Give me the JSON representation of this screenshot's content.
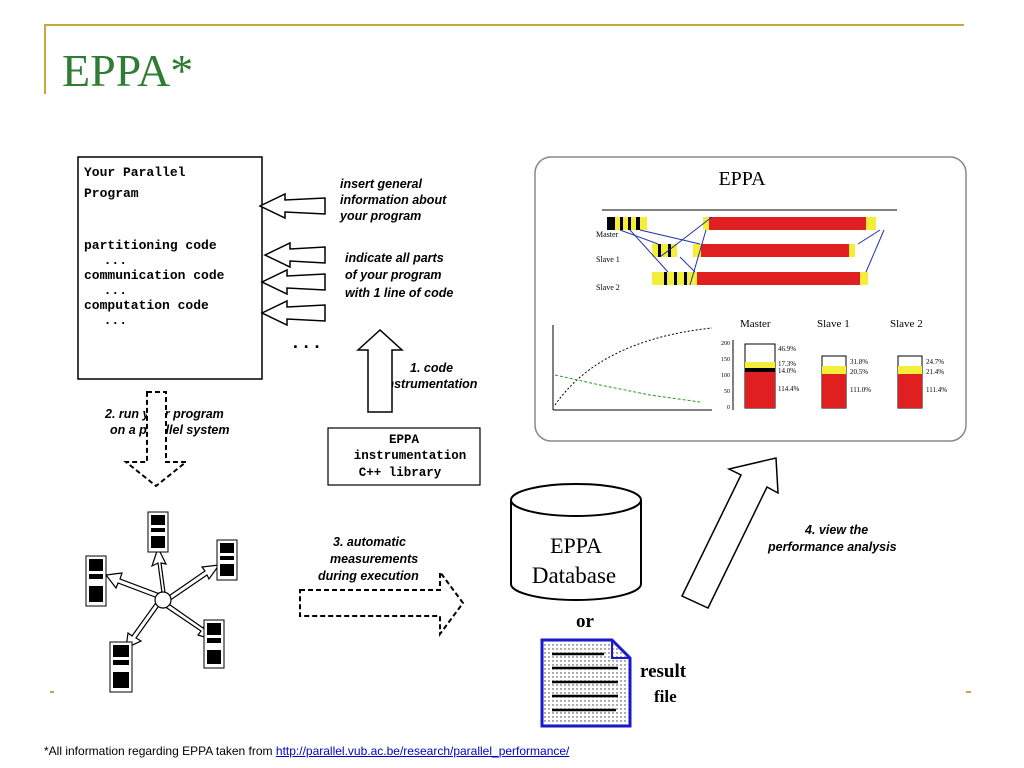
{
  "slide": {
    "title": "EPPA*",
    "footnote_prefix": "*All information regarding EPPA taken from ",
    "footnote_link": "http://parallel.vub.ac.be/research/parallel_performance/"
  },
  "program_box": {
    "lines": [
      "Your Parallel",
      "Program",
      "",
      "partitioning code",
      "  ...",
      "communication code",
      "  ...",
      "computation code",
      "  ..."
    ],
    "ellipsis": "..."
  },
  "annotations": {
    "insert_info": [
      "insert general",
      "information about",
      "your program"
    ],
    "indicate_parts": [
      "indicate all parts",
      "of your program",
      "with 1 line of code"
    ],
    "step1": [
      "1. code",
      "instrumentation"
    ],
    "step2": [
      "2. run your program",
      "on a parallel system"
    ],
    "step3": [
      "3. automatic",
      "measurements",
      "during execution"
    ],
    "step4": [
      "4. view the",
      "performance analysis"
    ]
  },
  "library_box": {
    "lines": [
      "EPPA",
      "instrumentation",
      "C++ library"
    ]
  },
  "database": {
    "lines": [
      "EPPA",
      "Database"
    ],
    "or": "or"
  },
  "result_file": {
    "lines": [
      "result",
      "file"
    ]
  },
  "eppa_panel": {
    "title": "EPPA",
    "timeline_labels": [
      "Master",
      "Slave 1",
      "Slave 2"
    ],
    "bar_headers": [
      "Master",
      "Slave 1",
      "Slave 2"
    ],
    "master_pcts": [
      "46.9%",
      "17.3%",
      "14.0%",
      "114.4%"
    ],
    "slave1_pcts": [
      "31.8%",
      "20.5%",
      "111.0%"
    ],
    "slave2_pcts": [
      "24.7%",
      "21.4%",
      "111.4%"
    ],
    "y_ticks": [
      "200",
      "150",
      "100",
      "50",
      "0"
    ],
    "colors": {
      "compute": "#e02020",
      "comm": "#f4ee3a",
      "idle": "#000000"
    }
  }
}
